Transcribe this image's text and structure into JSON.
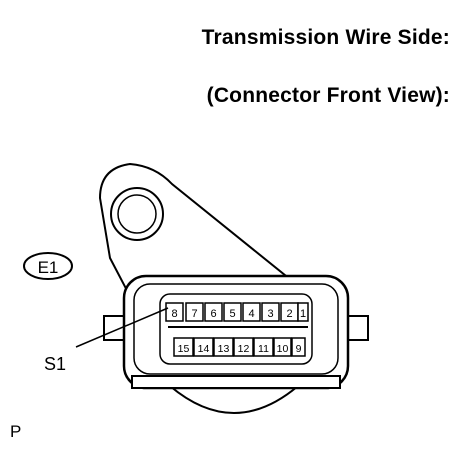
{
  "header": {
    "title": "Transmission Wire Side:",
    "subtitle": "(Connector Front View):"
  },
  "connector": {
    "id": "E1",
    "pointer_label": "S1",
    "top_row_pins": [
      "8",
      "7",
      "6",
      "5",
      "4",
      "3",
      "2",
      "1"
    ],
    "bottom_row_pins": [
      "15",
      "14",
      "13",
      "12",
      "11",
      "10",
      "9"
    ]
  },
  "footer": {
    "code": "P"
  }
}
